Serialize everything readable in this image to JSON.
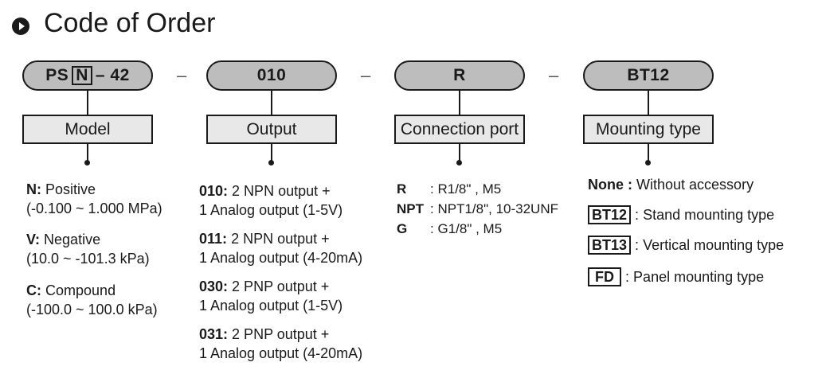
{
  "heading": "Code of Order",
  "pills": {
    "model_prefix": "PS",
    "model_boxed": "N",
    "model_suffix": "– 42",
    "output": "010",
    "port": "R",
    "mount": "BT12",
    "separator": "–"
  },
  "labels": {
    "model": "Model",
    "output": "Output",
    "port": "Connection port",
    "mount": "Mounting type"
  },
  "model_options": [
    {
      "code": "N:",
      "name": "Positive",
      "range": "(-0.100 ~ 1.000 MPa)"
    },
    {
      "code": "V:",
      "name": "Negative",
      "range": "(10.0 ~ -101.3 kPa)"
    },
    {
      "code": "C:",
      "name": "Compound",
      "range": "(-100.0 ~ 100.0 kPa)"
    }
  ],
  "output_options": [
    {
      "code": "010:",
      "line1": "2 NPN output  +",
      "line2": "1 Analog output  (1-5V)"
    },
    {
      "code": "011:",
      "line1": "2 NPN output  +",
      "line2": "1 Analog output  (4-20mA)"
    },
    {
      "code": "030:",
      "line1": "2 PNP output  +",
      "line2": "1 Analog output  (1-5V)"
    },
    {
      "code": "031:",
      "line1": "2 PNP output  +",
      "line2": "1 Analog output  (4-20mA)"
    }
  ],
  "port_options": [
    {
      "code": "R",
      "sep": ":",
      "value": "R1/8\" , M5"
    },
    {
      "code": "NPT",
      "sep": ":",
      "value": "NPT1/8\", 10-32UNF"
    },
    {
      "code": "G",
      "sep": ":",
      "value": "G1/8\" , M5"
    }
  ],
  "mount_options": [
    {
      "code": "None :",
      "desc": "Without accessory"
    },
    {
      "code": "BT12",
      "desc": "Stand mounting type"
    },
    {
      "code": "BT13",
      "desc": "Vertical mounting type"
    },
    {
      "code": "FD",
      "desc": "Panel mounting type"
    }
  ],
  "mount_sep": ":"
}
